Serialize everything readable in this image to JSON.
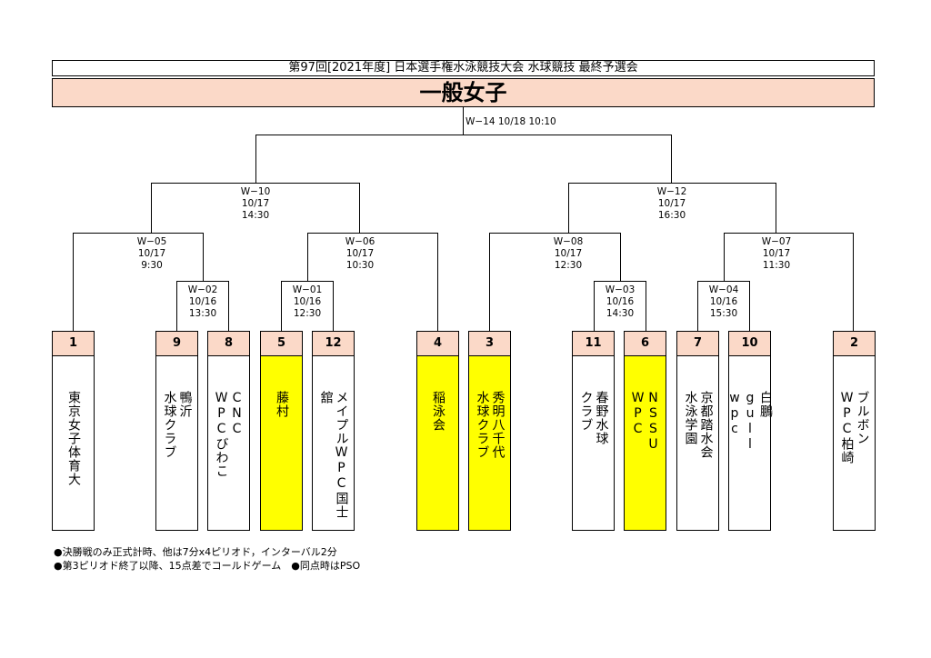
{
  "header": {
    "title": "第97回[2021年度] 日本選手権水泳競技大会 水球競技 最終予選会",
    "category": "一般女子"
  },
  "matches": {
    "w14": "W−14 10/18 10:10",
    "w10": "W−10\n10/17\n14:30",
    "w12": "W−12\n10/17\n16:30",
    "w05": "W−05\n10/17\n9:30",
    "w06": "W−06\n10/17\n10:30",
    "w08": "W−08\n10/17\n12:30",
    "w07": "W−07\n10/17\n11:30",
    "w02": "W−02\n10/16\n13:30",
    "w01": "W−01\n10/16\n12:30",
    "w03": "W−03\n10/16\n14:30",
    "w04": "W−04\n10/16\n15:30"
  },
  "teams": [
    {
      "seed": "1",
      "name": "東京女子体育大",
      "highlight": false
    },
    {
      "seed": "9",
      "name": "鴨沂\n水球クラブ",
      "highlight": false
    },
    {
      "seed": "8",
      "name": "CNC\nWPCびわこ",
      "highlight": false
    },
    {
      "seed": "5",
      "name": "藤村",
      "highlight": true
    },
    {
      "seed": "12",
      "name": "メイプルWPC国士舘",
      "highlight": false
    },
    {
      "seed": "4",
      "name": "稲泳会",
      "highlight": true
    },
    {
      "seed": "3",
      "name": "秀明八千代\n水球クラブ",
      "highlight": true
    },
    {
      "seed": "11",
      "name": "春野水球\nクラブ",
      "highlight": false
    },
    {
      "seed": "6",
      "name": "NSSU\nWPC",
      "highlight": true
    },
    {
      "seed": "7",
      "name": "京都踏水会\n水泳学園",
      "highlight": false
    },
    {
      "seed": "10",
      "name": "白鵬\ngull\nwpc",
      "highlight": false
    },
    {
      "seed": "2",
      "name": "ブルボン\nWPC柏崎",
      "highlight": false
    }
  ],
  "notes": {
    "line1": "●決勝戦のみ正式計時、他は7分x4ピリオド，インターバル2分",
    "line2": "●第3ピリオド終了以降、15点差でコールドゲーム　●同点時はPSO"
  },
  "colors": {
    "seed_bg": "#fbd9c8",
    "category_bg": "#fbd9c8",
    "highlight": "#ffff00"
  }
}
